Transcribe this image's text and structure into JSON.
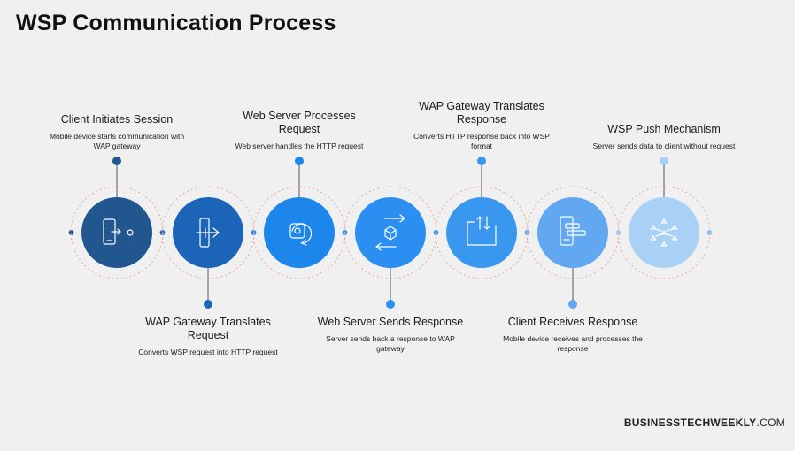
{
  "title": "WSP Communication Process",
  "brand": {
    "bold": "BUSINESSTECHWEEKLY",
    "suffix": ".COM"
  },
  "steps": [
    {
      "title": "Client Initiates Session",
      "desc": "Mobile device starts communication with WAP gateway",
      "position": "top",
      "color": "#21568f",
      "icon": "mobile-connect-icon"
    },
    {
      "title": "WAP Gateway Translates Request",
      "desc": "Converts WSP request into HTTP request",
      "position": "bottom",
      "color": "#1c64b8",
      "icon": "translate-arrow-icon"
    },
    {
      "title": "Web Server Processes Request",
      "desc": "Web server handles the HTTP request",
      "position": "top",
      "color": "#1d86ea",
      "icon": "processing-icon"
    },
    {
      "title": "Web Server Sends Response",
      "desc": "Server sends back a response to WAP gateway",
      "position": "bottom",
      "color": "#2a8ff0",
      "icon": "send-box-icon"
    },
    {
      "title": "WAP Gateway Translates Response",
      "desc": "Converts HTTP response back into WSP format",
      "position": "top",
      "color": "#3a97f0",
      "icon": "convert-folder-icon"
    },
    {
      "title": "Client Receives Response",
      "desc": "Mobile device receives and processes the response",
      "position": "bottom",
      "color": "#62a8f1",
      "icon": "mobile-receive-icon"
    },
    {
      "title": "WSP Push Mechanism",
      "desc": "Server sends data to client without request",
      "position": "top",
      "color": "#a9d1f5",
      "icon": "push-network-icon"
    }
  ]
}
